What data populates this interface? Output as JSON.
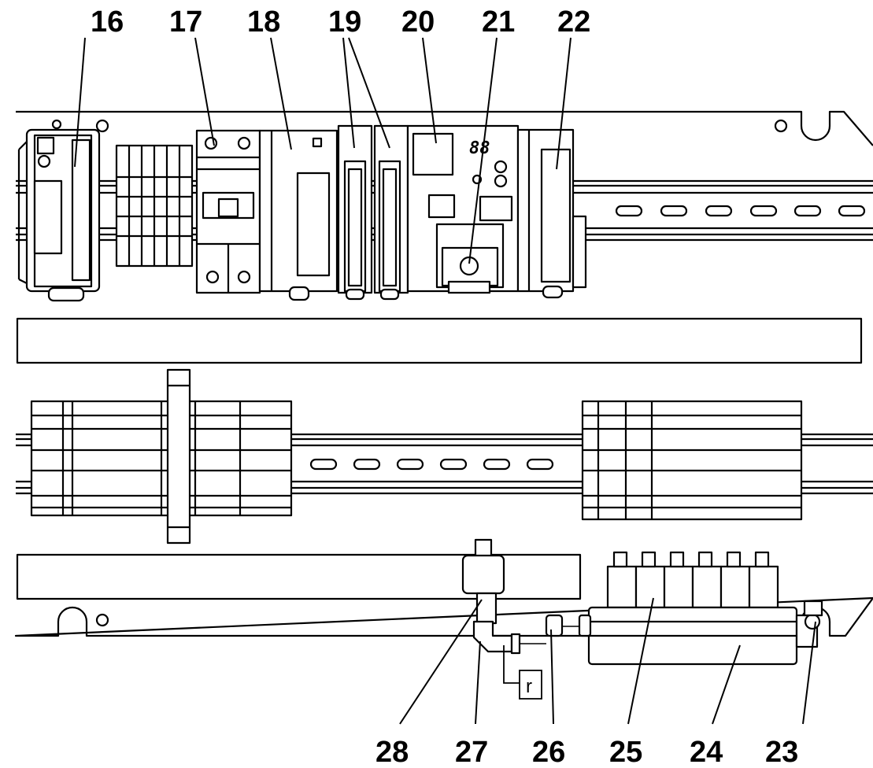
{
  "callouts": {
    "c16": "16",
    "c17": "17",
    "c18": "18",
    "c19": "19",
    "c20": "20",
    "c21": "21",
    "c22": "22",
    "c23": "23",
    "c24": "24",
    "c25": "25",
    "c26": "26",
    "c27": "27",
    "c28": "28"
  },
  "inset_label": "r",
  "display_digits": "88",
  "colors": {
    "line": "#000000",
    "background": "#ffffff"
  }
}
